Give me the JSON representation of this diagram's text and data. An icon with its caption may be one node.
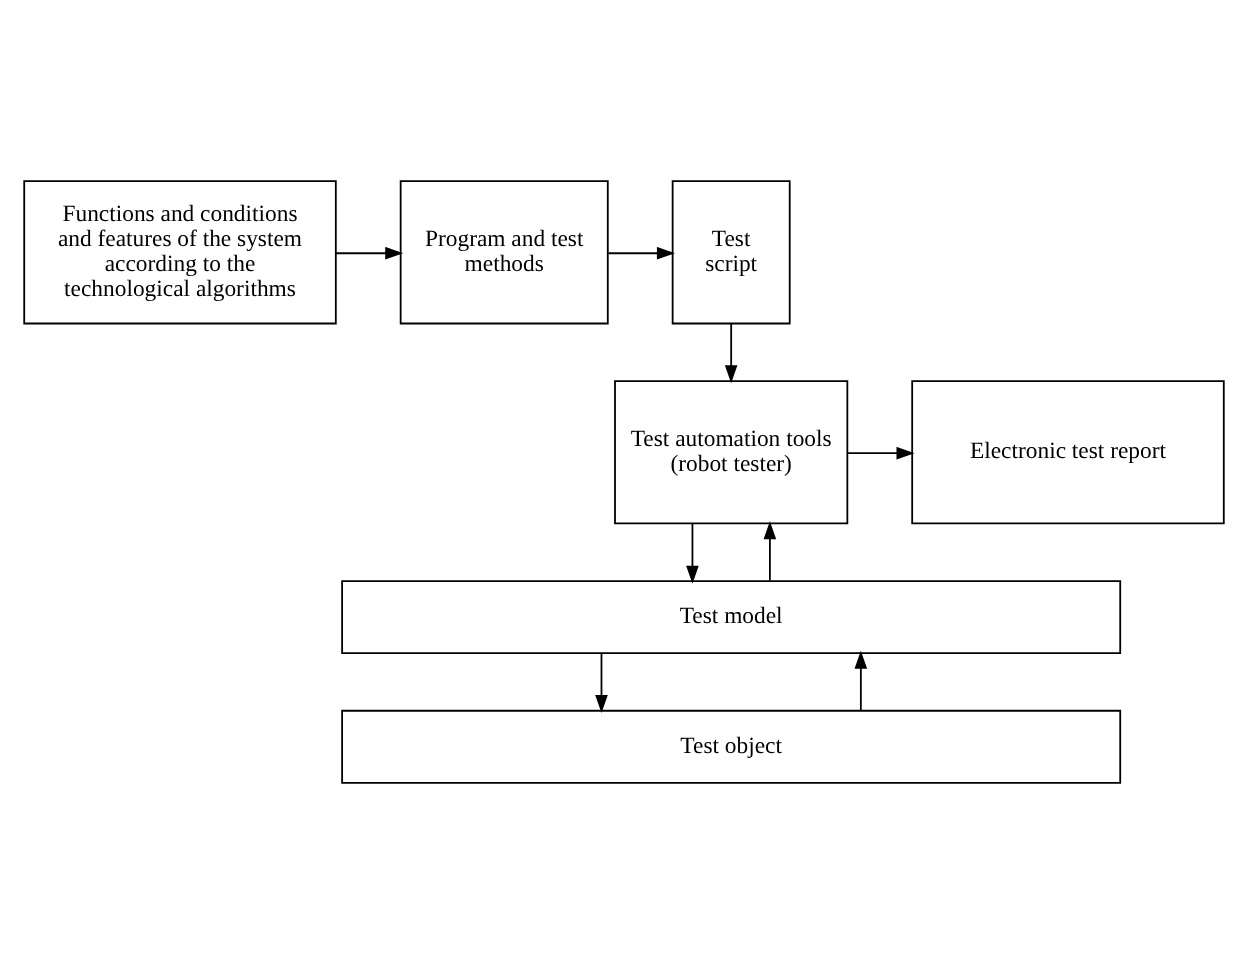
{
  "diagram": {
    "nodes": [
      {
        "text": [
          "Functions and conditions and features of the system according to the technological algorithms"
        ]
      },
      {
        "text": [
          "Program and test methods"
        ]
      },
      {
        "text": [
          "Test script"
        ]
      },
      {
        "text": [
          "Electronic test report"
        ]
      },
      {
        "text": [
          "Test automation tools (robot tester)"
        ]
      },
      {
        "text": [
          "Test model"
        ]
      },
      {
        "text": [
          "Test object"
        ]
      }
    ],
    "edges": [
      {
        "from": 0,
        "to": 1,
        "arrow": "to"
      },
      {
        "from": 1,
        "to": 2,
        "arrow": "to"
      },
      {
        "from": 2,
        "to": 4,
        "arrow": "to"
      },
      {
        "from": 4,
        "to": 3,
        "arrow": "to"
      },
      {
        "from": 5,
        "to": 4,
        "arrow": "to"
      },
      {
        "from": 4,
        "to": 5,
        "arrow": "to"
      },
      {
        "from": 5,
        "to": 6,
        "arrow": "to"
      },
      {
        "from": 6,
        "to": 5,
        "arrow": "to"
      }
    ]
  }
}
